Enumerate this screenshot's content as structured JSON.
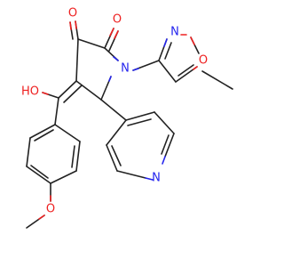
{
  "molecule": {
    "atom_labels": {
      "o_dione_top": "O",
      "o_dione_right": "O",
      "oh_label": "HO",
      "n_pyrrolidine": "N",
      "n_isoxazole": "N",
      "o_isoxazole": "O",
      "n_pyridine": "N",
      "o_methoxy": "O"
    }
  },
  "colors": {
    "bond": "#222222",
    "oxygen": "#ee2020",
    "nitrogen": "#2424ee",
    "carbon": "#222222"
  }
}
